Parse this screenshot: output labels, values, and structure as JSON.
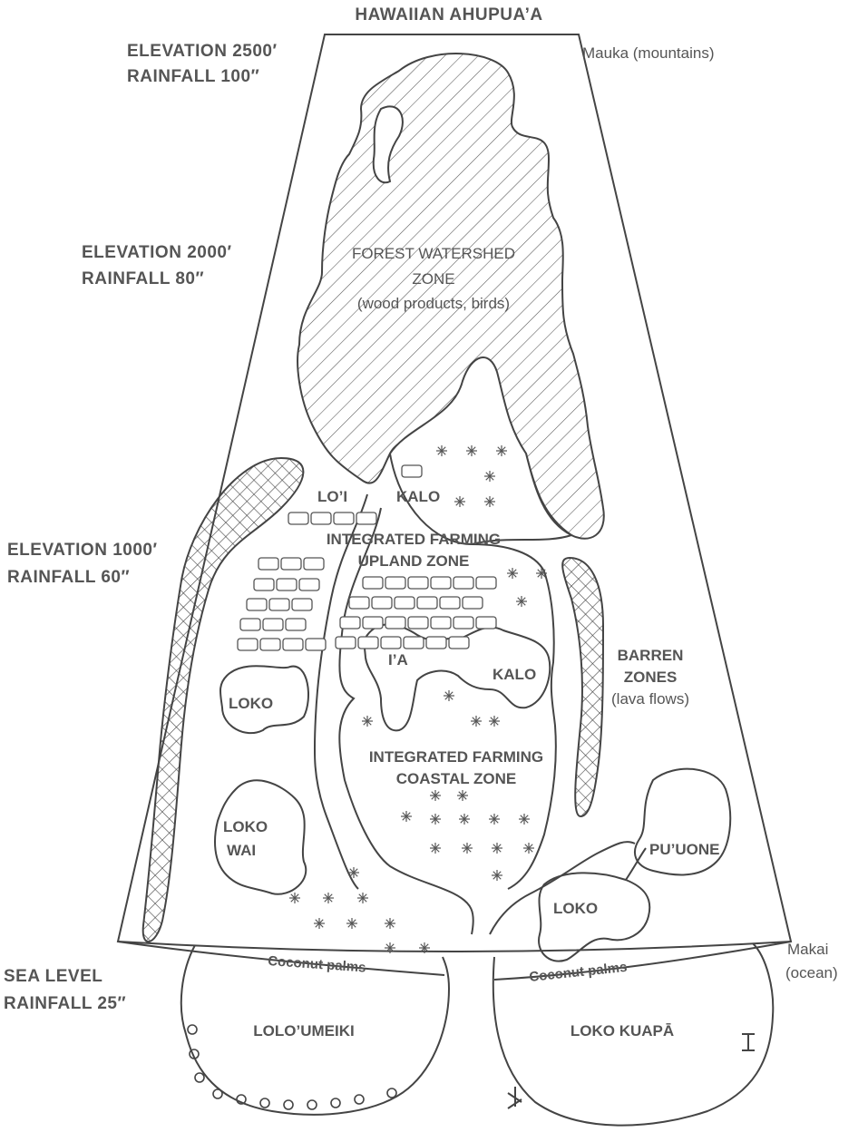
{
  "title": "HAWAIIAN AHUPUA’A",
  "left_labels": {
    "elev_2500": "ELEVATION 2500′",
    "rain_100": "RAINFALL 100″",
    "elev_2000": "ELEVATION 2000′",
    "rain_80": "RAINFALL 80″",
    "elev_1000": "ELEVATION 1000′",
    "rain_60": "RAINFALL 60″",
    "sea_level": "SEA LEVEL",
    "rain_25": "RAINFALL 25″"
  },
  "right_labels": {
    "mauka": "Mauka (mountains)",
    "makai": "Makai",
    "ocean": "(ocean)"
  },
  "zones": {
    "forest_line1": "FOREST WATERSHED",
    "forest_line2": "ZONE",
    "forest_line3": "(wood products, birds)",
    "loi": "LO’I",
    "kalo_upper": "KALO",
    "upland_line1": "INTEGRATED FARMING",
    "upland_line2": "UPLAND ZONE",
    "barren_line1": "BARREN",
    "barren_line2": "ZONES",
    "barren_line3": "(lava flows)",
    "ia": "I’A",
    "kalo_lower": "KALO",
    "loko_left": "LOKO",
    "coastal_line1": "INTEGRATED FARMING",
    "coastal_line2": "COASTAL ZONE",
    "loko_wai_1": "LOKO",
    "loko_wai_2": "WAI",
    "puuone": "PU’UONE",
    "loko_right": "LOKO",
    "coconut_left": "Coconut palms",
    "coconut_right": "Coconut palms",
    "lolo_umeiki": "LOLO’UMEIKI",
    "loko_kuapa": "LOKO KUAPĀ"
  }
}
